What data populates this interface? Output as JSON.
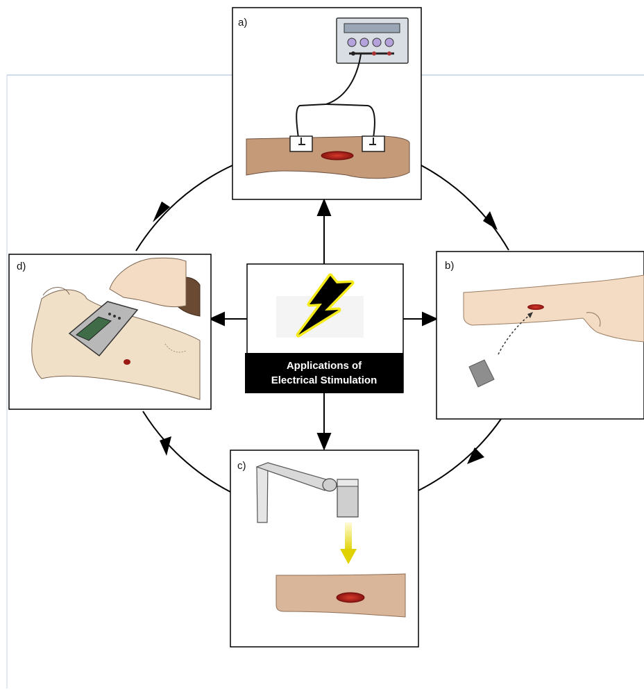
{
  "center": {
    "caption_line1": "Applications of",
    "caption_line2": "Electrical Stimulation"
  },
  "panels": [
    {
      "id": "a",
      "label": "a)"
    },
    {
      "id": "b",
      "label": "b)"
    },
    {
      "id": "c",
      "label": "c)"
    },
    {
      "id": "d",
      "label": "d)"
    }
  ],
  "colors": {
    "skin_a": "#c49a78",
    "skin_b": "#f3dcc3",
    "skin_c": "#d9b69a",
    "skin_d": "#f0e0c8",
    "wound": "#b3201c",
    "bolt": "#000000",
    "bolt_glow": "#f2e318",
    "arrow": "#000000",
    "frame_line": "#9fb6d6"
  }
}
